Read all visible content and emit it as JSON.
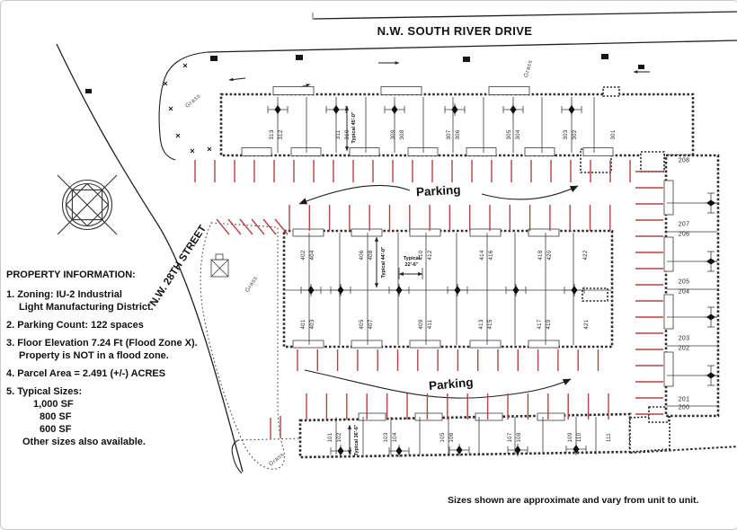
{
  "colors": {
    "tick_red": "#b34343",
    "line": "#2e2e2e",
    "text": "#111111"
  },
  "streets": {
    "top": "N.W. SOUTH RIVER DRIVE",
    "left": "N.W. 28TH STREET"
  },
  "labels": {
    "parking": "Parking",
    "grass": "Grass"
  },
  "property_info": {
    "heading": "PROPERTY INFORMATION:",
    "item1_line1": "1. Zoning: IU-2 Industrial",
    "item1_line2": "Light Manufacturing District.",
    "item2": "2. Parking Count:  122 spaces",
    "item3_line1": "3. Floor Elevation 7.24 Ft (Flood Zone X).",
    "item3_line2": "Property is NOT in a flood zone.",
    "item4": "4. Parcel Area = 2.491 (+/-)  ACRES",
    "item5": "5. Typical Sizes:",
    "size1": "1,000 SF",
    "size2": "800 SF",
    "size3": "600 SF",
    "item5_note": "Other sizes also available."
  },
  "annotations": {
    "typ45": "Typical 45'-0\"",
    "typ44": "Typical 44'-0\"",
    "typ36": "Typical 36'-6\"",
    "typ22_line1": "Typical",
    "typ22_line2": "22'-6\""
  },
  "units": {
    "top": [
      "313",
      "312",
      "311",
      "310",
      "309",
      "308",
      "307",
      "306",
      "305",
      "304",
      "303",
      "302",
      "301"
    ],
    "middle_top": [
      "402",
      "404",
      "406",
      "408",
      "410",
      "412",
      "414",
      "416",
      "418",
      "420",
      "422"
    ],
    "middle_bottom": [
      "401",
      "403",
      "405",
      "407",
      "409",
      "411",
      "413",
      "415",
      "417",
      "419",
      "421"
    ],
    "bottom": [
      "101",
      "102",
      "103",
      "104",
      "105",
      "106",
      "107",
      "108",
      "109",
      "110",
      "111"
    ],
    "right": [
      "208",
      "207",
      "206",
      "205",
      "204",
      "203",
      "202",
      "201",
      "200"
    ]
  },
  "disclaimer": "Sizes shown are approximate and vary from unit to unit."
}
